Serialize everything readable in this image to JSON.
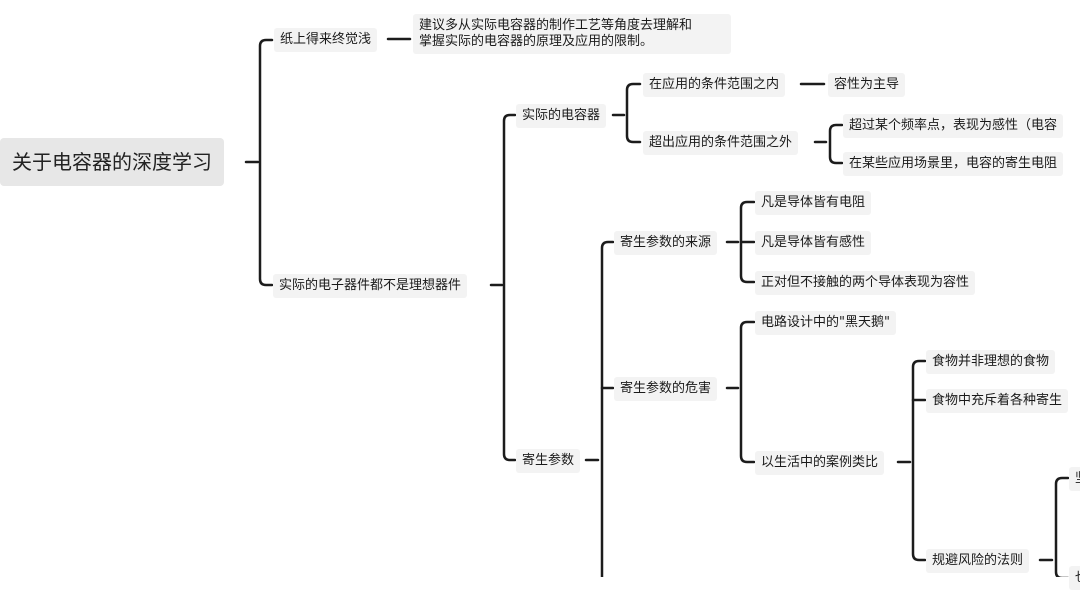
{
  "mindmap": {
    "root": "关于电容器的深度学习",
    "b1": {
      "label": "纸上得来终觉浅",
      "note_line1": "建议多从实际电容器的制作工艺等角度去理解和",
      "note_line2": "掌握实际的电容器的原理及应用的限制。"
    },
    "b2": {
      "label": "实际的电子器件都不是理想器件",
      "capacitor": {
        "label": "实际的电容器",
        "within": "在应用的条件范围之内",
        "within_child": "容性为主导",
        "beyond": "超出应用的条件范围之外",
        "beyond_c1": "超过某个频率点，表现为感性（电容",
        "beyond_c2": "在某些应用场景里，电容的寄生电阻"
      },
      "parasitic": {
        "label": "寄生参数",
        "source": {
          "label": "寄生参数的来源",
          "c1": "凡是导体皆有电阻",
          "c2": "凡是导体皆有感性",
          "c3": "正对但不接触的两个导体表现为容性"
        },
        "harm": {
          "label": "寄生参数的危害",
          "c1": "电路设计中的\"黑天鹅\"",
          "analogy": {
            "label": "以生活中的案例类比",
            "c1": "食物并非理想的食物",
            "c2": "食物中充斥着各种寄生",
            "c3": "规避风险的法则",
            "c3a": "坚",
            "c3b": "也"
          }
        }
      }
    }
  }
}
